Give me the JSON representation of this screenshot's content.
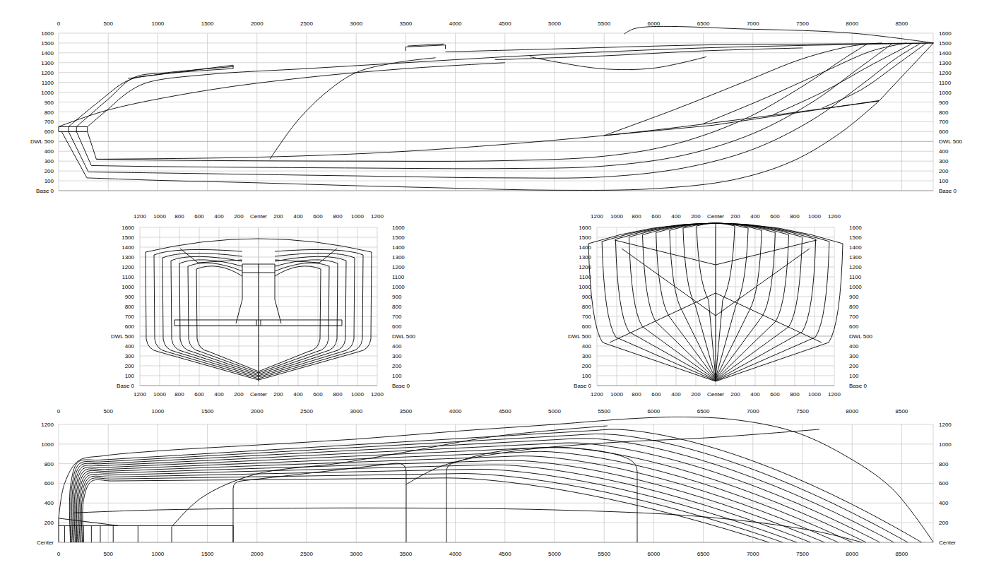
{
  "diagram": {
    "labels": [
      "0",
      "500",
      "1000",
      "1500",
      "2000",
      "2500",
      "3000",
      "3500",
      "4000",
      "4500",
      "5000",
      "5500",
      "6000",
      "6500",
      "7000",
      "7500",
      "8000",
      "8500",
      "1600",
      "1500",
      "1400",
      "1300",
      "1200",
      "1100",
      "1000",
      "900",
      "800",
      "700",
      "600",
      "DWL 500",
      "400",
      "300",
      "200",
      "100",
      "Base 0",
      "1600",
      "1500",
      "1400",
      "1300",
      "1200",
      "1100",
      "1000",
      "900",
      "800",
      "700",
      "600",
      "DWL 500",
      "400",
      "300",
      "200",
      "100",
      "Base 0",
      "1200",
      "1000",
      "800",
      "600",
      "400",
      "200",
      "Center",
      "200",
      "400",
      "600",
      "800",
      "1000",
      "1200",
      "1600",
      "1500",
      "1400",
      "1300",
      "1200",
      "1100",
      "1000",
      "900",
      "800",
      "700",
      "600",
      "DWL 500",
      "400",
      "300",
      "200",
      "100",
      "Base 0",
      "1600",
      "1500",
      "1400",
      "1300",
      "1200",
      "1100",
      "1000",
      "900",
      "800",
      "700",
      "600",
      "DWL 500",
      "400",
      "300",
      "200",
      "100",
      "Base 0",
      "1200",
      "1000",
      "800",
      "600",
      "400",
      "200",
      "Center",
      "200",
      "400",
      "600",
      "800",
      "1000",
      "1200",
      "1200",
      "1000",
      "800",
      "600",
      "400",
      "200",
      "Center",
      "200",
      "400",
      "600",
      "800",
      "1000",
      "1200",
      "1600",
      "1500",
      "1400",
      "1300",
      "1200",
      "1100",
      "1000",
      "900",
      "800",
      "700",
      "600",
      "DWL 500",
      "400",
      "300",
      "200",
      "100",
      "Base 0",
      "1600",
      "1500",
      "1400",
      "1300",
      "1200",
      "1100",
      "1000",
      "900",
      "800",
      "700",
      "600",
      "DWL 500",
      "400",
      "300",
      "200",
      "100",
      "Base 0",
      "1200",
      "1000",
      "800",
      "600",
      "400",
      "200",
      "Center",
      "200",
      "400",
      "600",
      "800",
      "1000",
      "1200",
      "0",
      "500",
      "1000",
      "1500",
      "2000",
      "2500",
      "3000",
      "3500",
      "4000",
      "4500",
      "5000",
      "5500",
      "6000",
      "6500",
      "7000",
      "7500",
      "8000",
      "8500",
      "1200",
      "1000",
      "800",
      "600",
      "400",
      "200",
      "Center",
      "1200",
      "1000",
      "800",
      "600",
      "400",
      "200",
      "Center",
      "0",
      "500",
      "1000",
      "1500",
      "2000",
      "2500",
      "3000",
      "3500",
      "4000",
      "4500",
      "5000",
      "5500",
      "6000",
      "6500",
      "7000",
      "7500",
      "8000",
      "8500"
    ]
  }
}
